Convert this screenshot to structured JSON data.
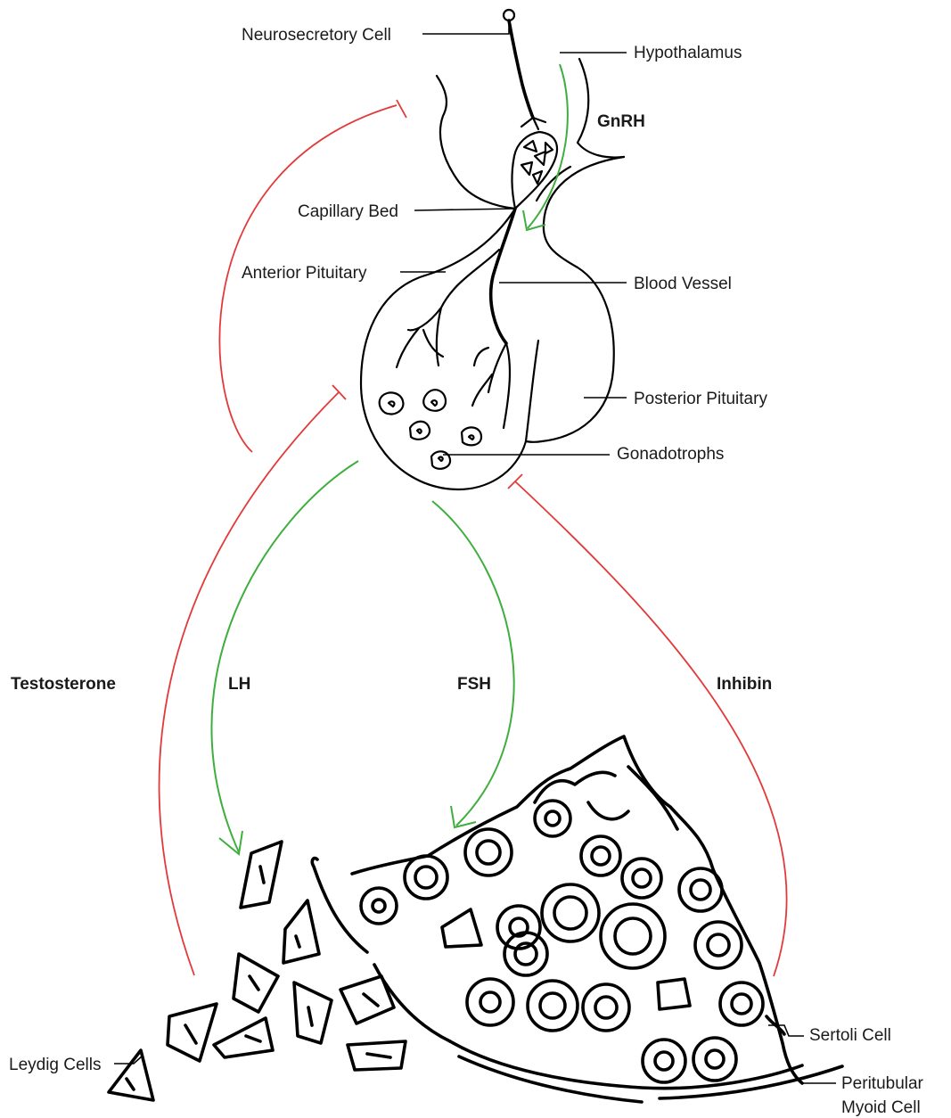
{
  "colors": {
    "stimulation": "#3fae3f",
    "inhibition": "#e23a3a",
    "ink": "#000000"
  },
  "labels": {
    "neurosecretory_cell": "Neurosecretory Cell",
    "hypothalamus": "Hypothalamus",
    "capillary_bed": "Capillary Bed",
    "anterior_pituitary": "Anterior Pituitary",
    "blood_vessel": "Blood Vessel",
    "posterior_pituitary": "Posterior Pituitary",
    "gonadotrophs": "Gonadotrophs",
    "leydig_cells": "Leydig Cells",
    "sertoli_cell": "Sertoli Cell",
    "peritubular_line1": "Peritubular",
    "peritubular_line2": "Myoid Cell"
  },
  "hormones": {
    "gnrh": "GnRH",
    "lh": "LH",
    "fsh": "FSH",
    "testosterone": "Testosterone",
    "inhibin": "Inhibin"
  }
}
